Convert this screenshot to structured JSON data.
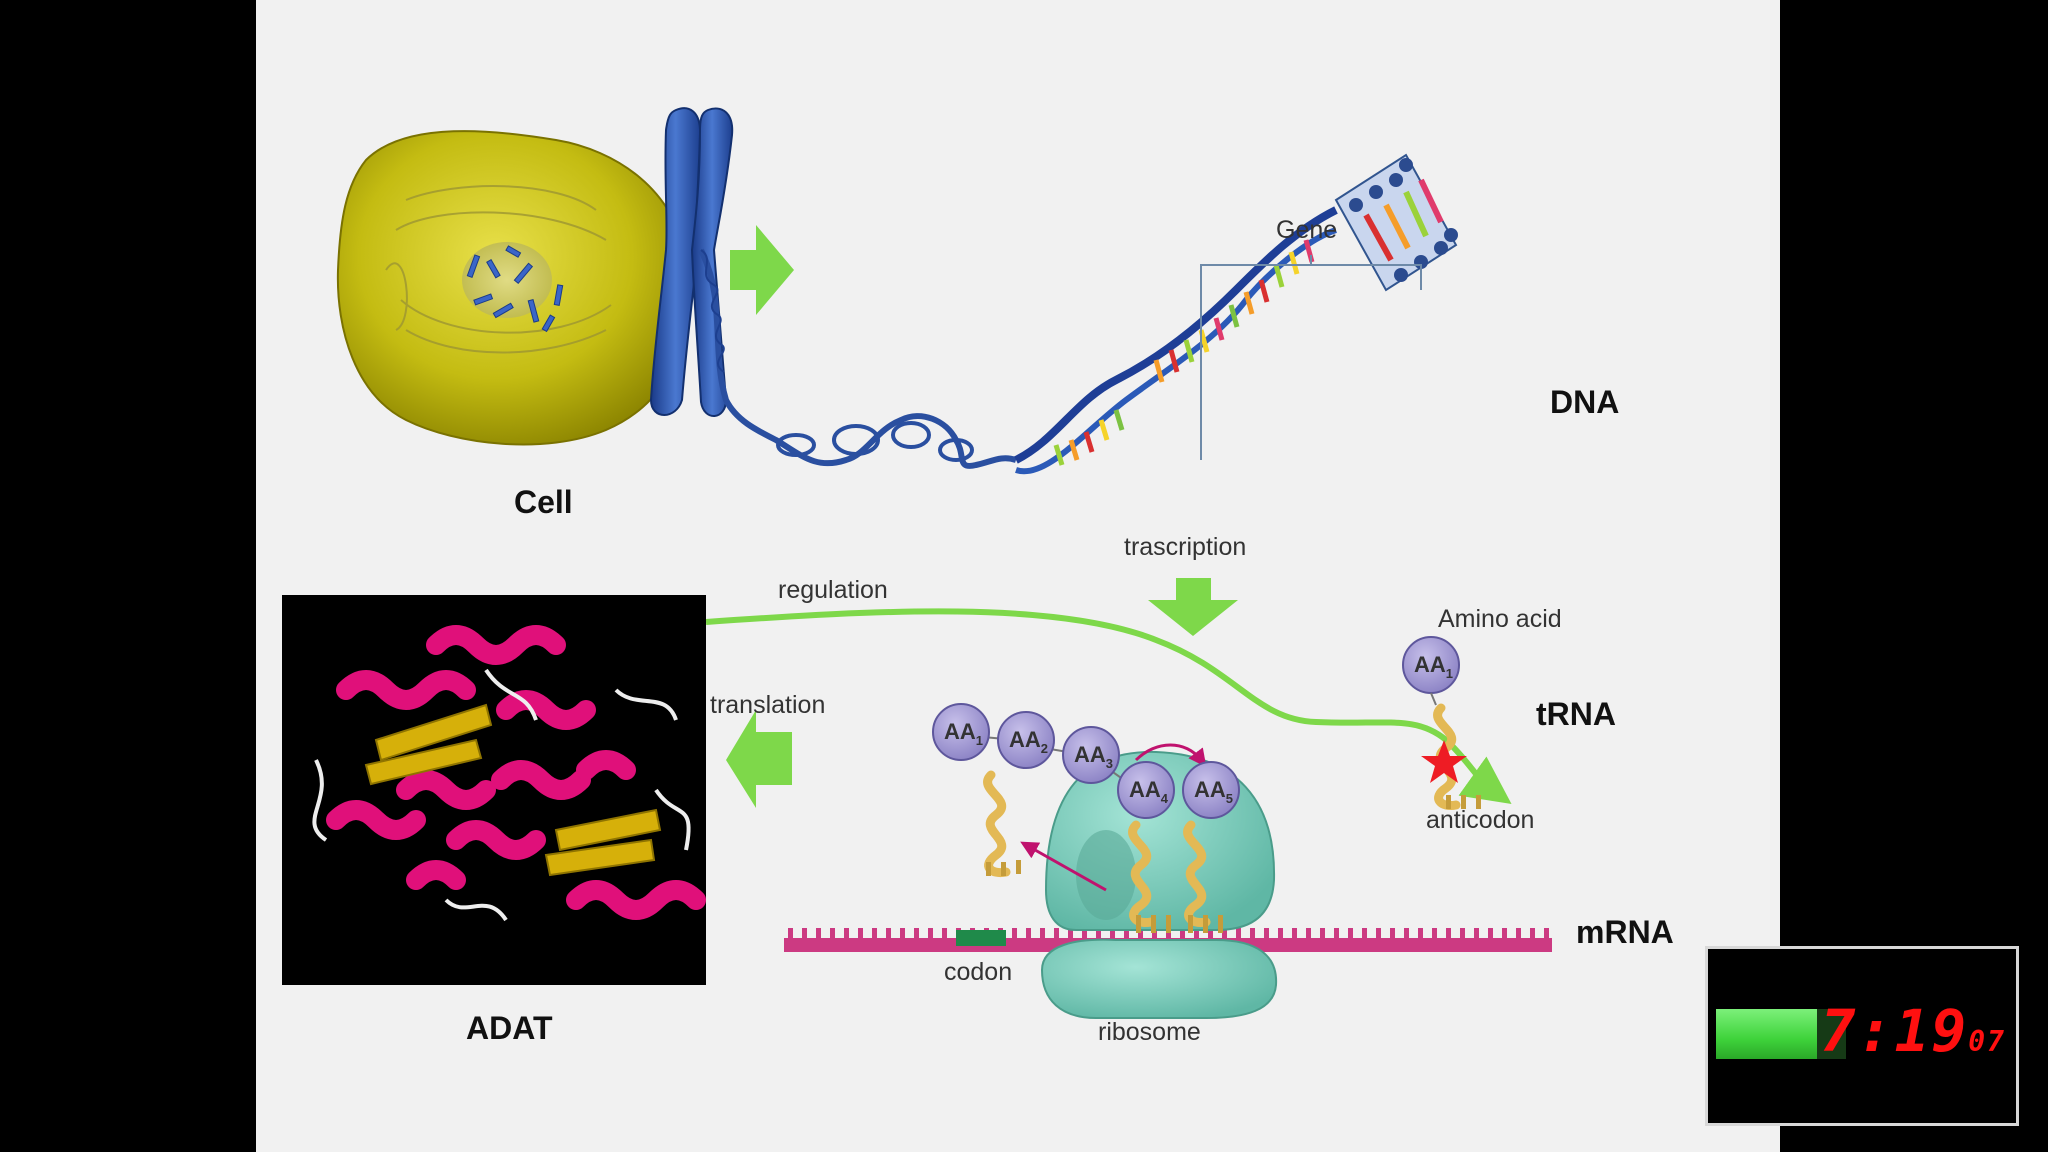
{
  "labels": {
    "cell": "Cell",
    "dna": "DNA",
    "gene": "Gene",
    "transcription": "trascription",
    "regulation": "regulation",
    "translation": "translation",
    "amino_acid": "Amino acid",
    "trna": "tRNA",
    "anticodon": "anticodon",
    "mrna": "mRNA",
    "codon": "codon",
    "ribosome": "ribosome",
    "adat": "ADAT"
  },
  "amino_acids": [
    {
      "base": "AA",
      "sub": "1"
    },
    {
      "base": "AA",
      "sub": "2"
    },
    {
      "base": "AA",
      "sub": "3"
    },
    {
      "base": "AA",
      "sub": "4"
    },
    {
      "base": "AA",
      "sub": "5"
    }
  ],
  "free_amino_acid": {
    "base": "AA",
    "sub": "1"
  },
  "colors": {
    "arrow_green": "#7ed84a",
    "cell_yellow": "#c9c21a",
    "chromosome_blue": "#2d54a8",
    "mrna_magenta": "#cc3a82",
    "ribosome_teal": "#7ecfbf",
    "trna_gold": "#e3b955",
    "helix_magenta": "#e0107a",
    "sheet_gold": "#d6b00a"
  },
  "timer": {
    "minutes": "7",
    "separator": ":",
    "seconds": "19",
    "fraction": "07",
    "progress": 0.78,
    "icons": [
      "timer-progress-bar",
      "digital-clock"
    ]
  }
}
